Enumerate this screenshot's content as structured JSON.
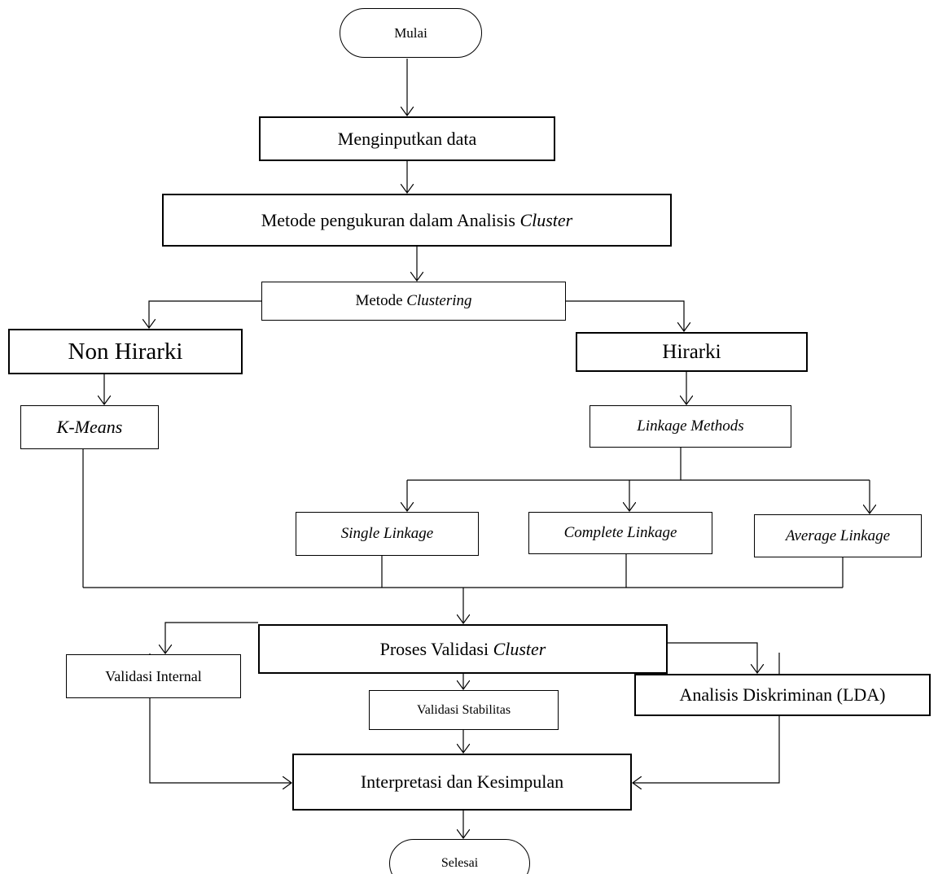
{
  "flowchart": {
    "start": "Mulai",
    "input": "Menginputkan data",
    "measure": {
      "text": "Metode pengukuran dalam Analisis ",
      "italic": "Cluster"
    },
    "clustering": {
      "text": "Metode ",
      "italic": "Clustering"
    },
    "non_hierarchical": "Non Hirarki",
    "hierarchical": "Hirarki",
    "kmeans": "K-Means",
    "linkage_methods": "Linkage Methods",
    "single_linkage": "Single Linkage",
    "complete_linkage": "Complete Linkage",
    "average_linkage": "Average Linkage",
    "validation": {
      "text": "Proses Validasi ",
      "italic": "Cluster"
    },
    "internal_validation": "Validasi Internal",
    "stability_validation": "Validasi Stabilitas",
    "lda": "Analisis Diskriminan (LDA)",
    "interpretation": "Interpretasi dan Kesimpulan",
    "end": "Selesai"
  }
}
